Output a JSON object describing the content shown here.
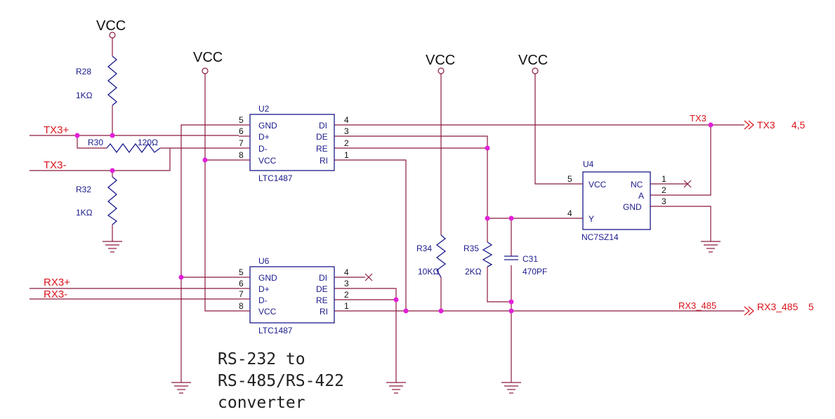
{
  "power": {
    "vcc1": "VCC",
    "vcc2": "VCC",
    "vcc3": "VCC",
    "vcc4": "VCC"
  },
  "resistors": {
    "r28": {
      "ref": "R28",
      "value": "1KΩ"
    },
    "r30": {
      "ref": "R30",
      "value": "120Ω"
    },
    "r32": {
      "ref": "R32",
      "value": "1KΩ"
    },
    "r34": {
      "ref": "R34",
      "value": "10KΩ"
    },
    "r35": {
      "ref": "R35",
      "value": "2KΩ"
    }
  },
  "capacitor": {
    "ref": "C31",
    "value": "470PF"
  },
  "u2": {
    "ref": "U2",
    "part": "LTC1487",
    "left_pins": [
      {
        "name": "GND",
        "num": "5"
      },
      {
        "name": "D+",
        "num": "6"
      },
      {
        "name": "D-",
        "num": "7"
      },
      {
        "name": "VCC",
        "num": "8"
      }
    ],
    "right_pins": [
      {
        "name": "DI",
        "num": "4"
      },
      {
        "name": "DE",
        "num": "3"
      },
      {
        "name": "RE",
        "num": "2"
      },
      {
        "name": "RI",
        "num": "1"
      }
    ]
  },
  "u6": {
    "ref": "U6",
    "part": "LTC1487",
    "left_pins": [
      {
        "name": "GND",
        "num": "5"
      },
      {
        "name": "D+",
        "num": "6"
      },
      {
        "name": "D-",
        "num": "7"
      },
      {
        "name": "VCC",
        "num": "8"
      }
    ],
    "right_pins": [
      {
        "name": "DI",
        "num": "4"
      },
      {
        "name": "DE",
        "num": "3"
      },
      {
        "name": "RE",
        "num": "2"
      },
      {
        "name": "RI",
        "num": "1"
      }
    ]
  },
  "u4": {
    "ref": "U4",
    "part": "NC7SZ14",
    "vcc_pin": {
      "name": "VCC",
      "num": "5"
    },
    "y_pin": {
      "name": "Y",
      "num": "4"
    },
    "nc_pin": {
      "name": "NC",
      "num": "1"
    },
    "a_pin": {
      "name": "A",
      "num": "2"
    },
    "gnd_pin": {
      "name": "GND",
      "num": "3"
    }
  },
  "nets": {
    "tx3_plus": "TX3+",
    "tx3_minus": "TX3-",
    "rx3_plus": "RX3+",
    "rx3_minus": "RX3-",
    "tx3_label": "TX3",
    "tx3_port": "TX3",
    "tx3_port_pages": "4,5",
    "rx3_485_label": "RX3_485",
    "rx3_485_port": "RX3_485",
    "rx3_485_port_pages": "5"
  },
  "caption": {
    "line1": "RS-232 to",
    "line2": "RS-485/RS-422",
    "line3": "converter"
  },
  "colors": {
    "wire": "#8b1a3c",
    "component": "#1a1a8c",
    "net_label": "#d8141c",
    "junction": "#e020d8"
  }
}
